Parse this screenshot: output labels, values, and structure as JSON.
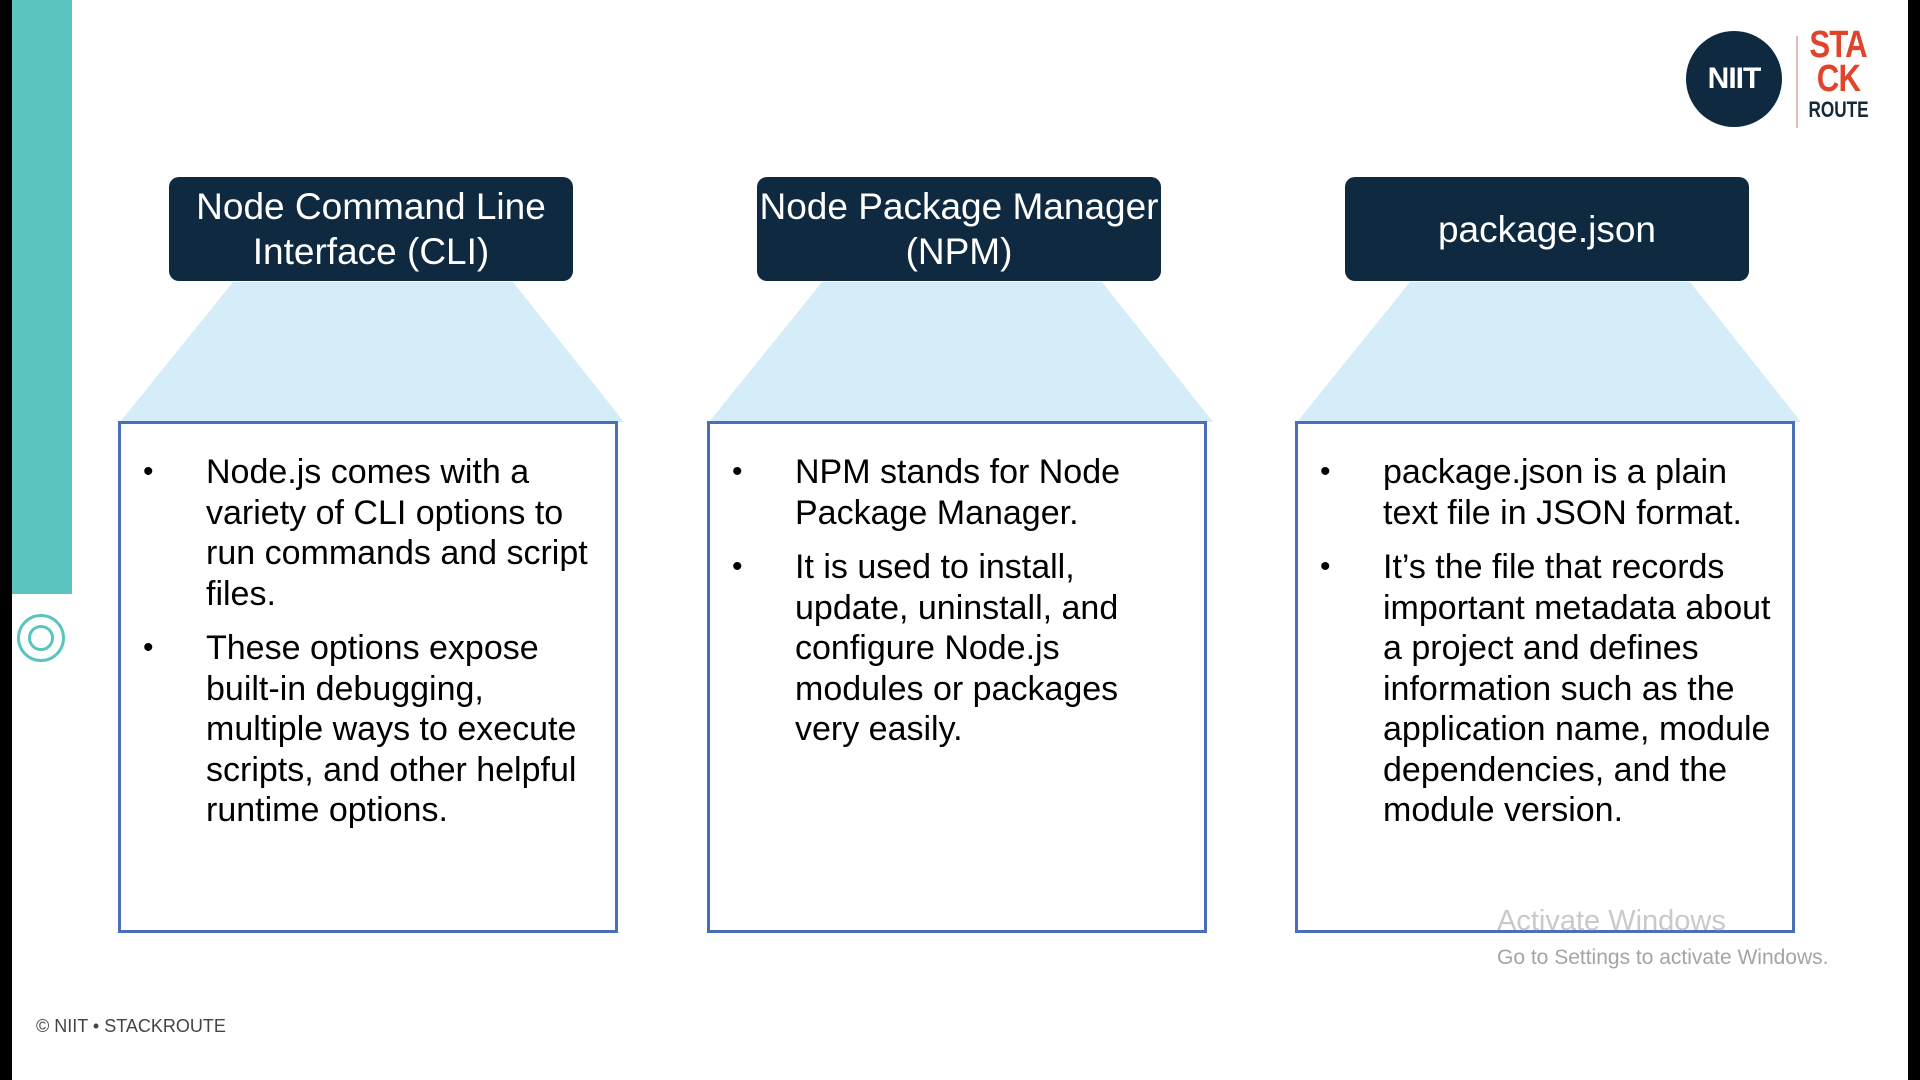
{
  "brand": {
    "niit": "NIIT",
    "stack_top": "STA",
    "stack_mid": "CK",
    "route": "ROUTE"
  },
  "columns": [
    {
      "header": "Node Command Line Interface (CLI)",
      "bullets": [
        "Node.js comes with a variety of CLI options to run commands and script files.",
        "These options expose built-in debugging, multiple ways to execute scripts, and other helpful runtime options."
      ]
    },
    {
      "header": "Node Package Manager (NPM)",
      "bullets": [
        "NPM stands for Node Package Manager.",
        "It is used to install, update, uninstall, and configure Node.js modules or packages very easily."
      ]
    },
    {
      "header": "package.json",
      "bullets": [
        "package.json is a plain text file in JSON format.",
        "It’s the file that records important metadata about a project and defines information such as the application name, module dependencies, and the module version."
      ]
    }
  ],
  "bullet_glyph": "•",
  "watermark": {
    "title": "Activate Windows",
    "subtitle": "Go to Settings to activate Windows."
  },
  "footer": "© NIIT • STACKROUTE",
  "colors": {
    "header_bg": "#0f2a40",
    "funnel": "#d5ecf9",
    "box_border": "#4a6fb8",
    "teal": "#5cc4bf",
    "accent_red": "#e0442d"
  }
}
